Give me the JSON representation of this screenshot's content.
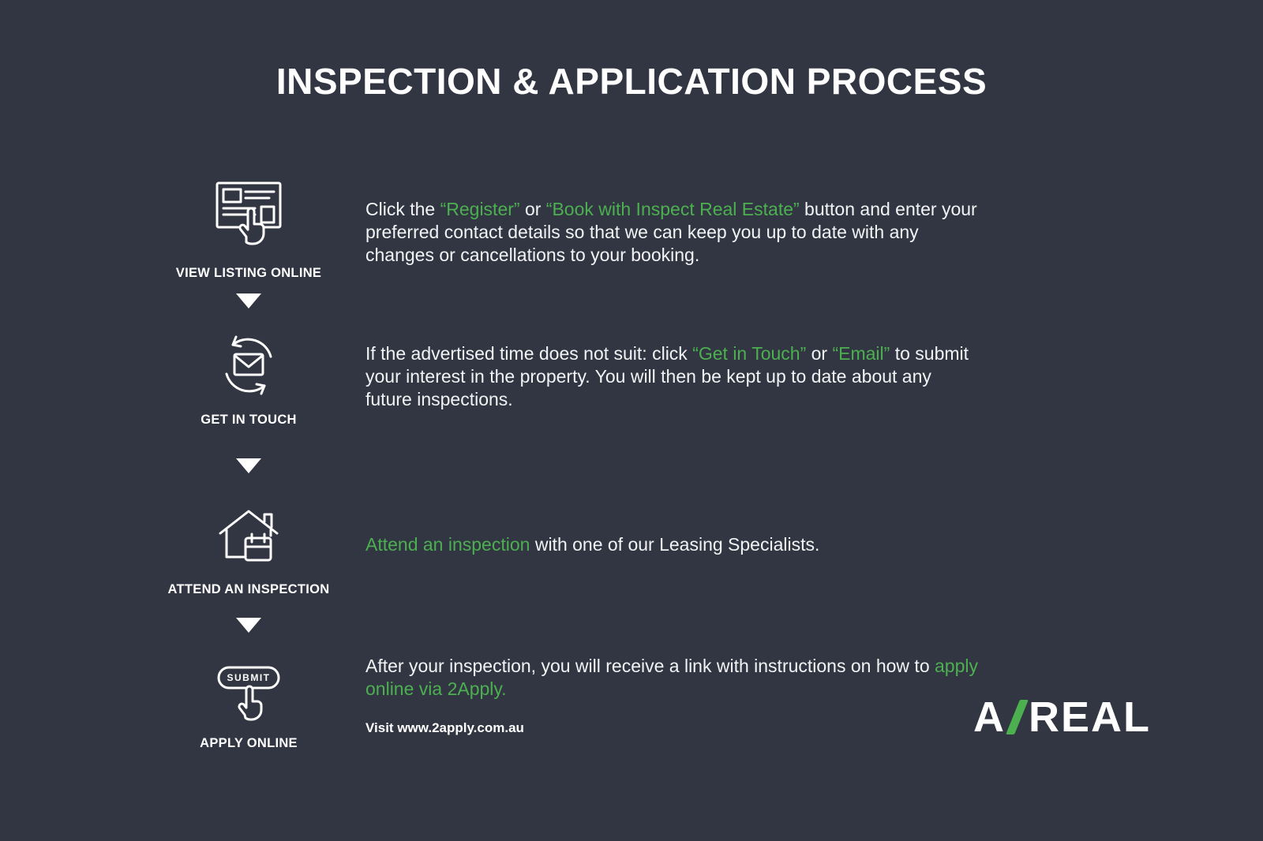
{
  "page": {
    "title": "INSPECTION & APPLICATION PROCESS",
    "background": "#323642",
    "accent_green": "#4caf50"
  },
  "steps": [
    {
      "label": "VIEW LISTING ONLINE",
      "icon": "listing-window-cursor-icon",
      "parts": [
        {
          "text": "Click the "
        },
        {
          "text": "“Register”",
          "green": true
        },
        {
          "text": " or "
        },
        {
          "text": "“Book with Inspect Real Estate”",
          "green": true
        },
        {
          "text": " button and enter your preferred contact details so that we can keep you up to date with any changes or cancellations to your booking."
        }
      ]
    },
    {
      "label": "GET IN TOUCH",
      "icon": "envelope-refresh-icon",
      "parts": [
        {
          "text": "If the advertised time does not suit: click "
        },
        {
          "text": "“Get in Touch”",
          "green": true
        },
        {
          "text": " or "
        },
        {
          "text": "“Email”",
          "green": true
        },
        {
          "text": " to submit your interest in the property. You will then be kept up to date about any future inspections."
        }
      ]
    },
    {
      "label": "ATTEND AN INSPECTION",
      "icon": "house-calendar-icon",
      "parts": [
        {
          "text": "Attend an inspection",
          "green": true
        },
        {
          "text": " with one of our Leasing Specialists."
        }
      ]
    },
    {
      "label": "APPLY ONLINE",
      "icon": "submit-button-cursor-icon",
      "icon_text": "SUBMIT",
      "parts": [
        {
          "text": "After your inspection, you will receive a link with instructions on how to "
        },
        {
          "text": "apply online via 2Apply.",
          "green": true
        }
      ],
      "note": "Visit www.2apply.com.au"
    }
  ],
  "logo": {
    "letter_a": "A",
    "word_real": "REAL"
  }
}
